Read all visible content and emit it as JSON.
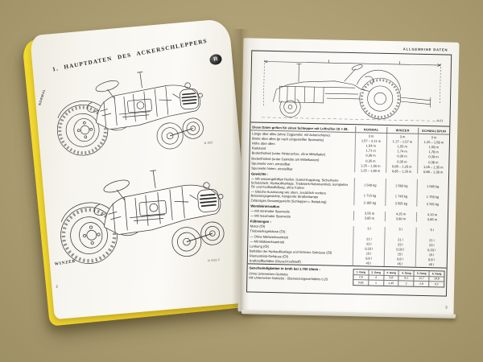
{
  "scene": {
    "background_color": "#b0a176",
    "cover_color": "#e9c927",
    "ink_color": "#3c3c3c"
  },
  "book": {
    "left_page": {
      "title": "1. HAUPTDATEN DES ACKERSCHLEPPERS",
      "logo_letter": "R",
      "side_label_top": "NORMAL",
      "side_label_bottom": "WINZER",
      "caption_top": "N 502",
      "caption_bottom": "N 503-2",
      "page_number": "2",
      "illustrations": [
        "tractor-three-quarter-view-normal",
        "tractor-three-quarter-view-winzer"
      ]
    },
    "right_page": {
      "header": "ALLGEMEINE DATEN",
      "drawing_caption": "N 71",
      "page_number": "3",
      "illustration": "tractor-side-view-with-dimensions",
      "table": {
        "intro": "Diese Daten gelten für einen Schlepper mit Luftreifen 10 × 28.",
        "columns": [
          "NORMAL",
          "WINZER",
          "SCHMALSPUR"
        ],
        "rows": [
          {
            "label": "Länge über alles (ohne Zugpendel, mit Ackerschiene)",
            "values": [
              "3 m",
              "3 m",
              "3 m"
            ]
          },
          {
            "label": "Breite über alles (je nach eingestellter Spurweite)",
            "values": [
              "1,57 – 2,11 m",
              "1,17 – 1,57 m",
              "1,25 – 1,58 m"
            ]
          },
          {
            "label": "Höhe über alles",
            "values": [
              "1,54 m",
              "1,55 m",
              "1,58 m"
            ]
          },
          {
            "label": "Radstand",
            "values": [
              "1,71 m",
              "1,74 m",
              "1,78 m"
            ]
          },
          {
            "label": "Bodenfreiheit (unter Hinterachse, ohne Mittellader)",
            "values": [
              "0,36 m",
              "0,36 m",
              "0,39 m"
            ]
          },
          {
            "label": "Bodenfreiheit (unter Getriebe am Mittelkasten)",
            "values": [
              "0,35 m",
              "0,35 m",
              "0,38 m"
            ]
          },
          {
            "label": "Spurweite vorn, einstellbar",
            "values": [
              "1,25 – 1,50 m",
              "0,85 – 1,25 m",
              "1,05 – 1,35 m"
            ]
          },
          {
            "label": "Spurweite hinten, einstellbar",
            "values": [
              "1,25 – 1,80 m",
              "0,85 – 1,25 m",
              "0,98 – 1,38 m"
            ]
          },
          {
            "section": "Gewichte :"
          },
          {
            "label": "— Mit wassergefüllten Reifen, Gürtel-Kupplung, Sicherheits-Schutzdach, Hydraulikanlage, Triebwerk-Nebenantrieb, kompletter Öl- und Kraftstoffüllung, ohne Fahrer",
            "values": [
              "1 540 kg",
              "1 560 kg",
              "1 565 kg"
            ]
          },
          {
            "label": "— Gleiche Ausrüstung wie oben, zusätzlich vordere Belastungsgewichte, hängende Straßenlampe",
            "values": [
              "1 715 kg",
              "1 745 kg",
              "1 755 kg"
            ]
          },
          {
            "label": "Zulässiges Gesamtgewicht (Schlepper u. Beladung)",
            "values": [
              "3 185 kg",
              "3 555 kg",
              "3 705 kg"
            ]
          },
          {
            "section": "Wendekreisradius"
          },
          {
            "label": "— Mit minimaler Spurweite",
            "values": [
              "3,55 m",
              "4,25 m",
              "4,10 m"
            ]
          },
          {
            "label": "— Mit maximaler Spurweite",
            "values": [
              "3,85 m",
              "3,90 m",
              "3,95 m"
            ]
          },
          {
            "section": "Füllmengen :"
          },
          {
            "label": "Motor (Öl)",
            "values": [
              "5 l",
              "5 l",
              "5 l"
            ]
          },
          {
            "label": "Triebwerksgehäuse (Öl) :",
            "values": [
              "",
              "",
              ""
            ]
          },
          {
            "label": "— Ohne Mähwerksantrieb",
            "values": [
              "21 l",
              "21 l",
              "21 l"
            ]
          },
          {
            "label": "— Mit Mähwerksantrieb",
            "values": [
              "23 l",
              "23 l",
              "23 l"
            ]
          },
          {
            "label": "Lenkung (Öl)",
            "values": [
              "0,33 l",
              "0,33 l",
              "0,33 l"
            ]
          },
          {
            "label": "Behälter der Hydraulikanlage und hinteres Gehäuse (Öl)",
            "values": [
              "15 l",
              "15 l",
              "15 l"
            ]
          },
          {
            "label": "Riementrieb-Gehäuse (Öl)",
            "values": [
              "0,8 l",
              "0,8 l",
              "0,8 l"
            ]
          },
          {
            "label": "Kraftstoffbehälter (Diesel-Kraftstoff)",
            "values": [
              "45 l",
              "45 l",
              "45 l"
            ]
          }
        ]
      },
      "speeds": {
        "heading": "Geschwindigkeiten in km/h bei 1.700 U/min :",
        "line1": "Ohne Untersetzer-Getriebe",
        "line2": "Mit Untersetzer-Getriebe : Übersetzungsverhältnis 0,25",
        "gears": [
          "1. Gang",
          "2. Gang",
          "3. Gang",
          "4. Gang",
          "5. Gang",
          "6. Gang"
        ],
        "without_reducer": [
          "2,6",
          "4",
          "5,8",
          "8,1",
          "11,7",
          "18,9"
        ],
        "with_reducer": [
          "0,65",
          "1",
          "1,45",
          "2",
          "2,9",
          "4,7"
        ]
      }
    }
  }
}
